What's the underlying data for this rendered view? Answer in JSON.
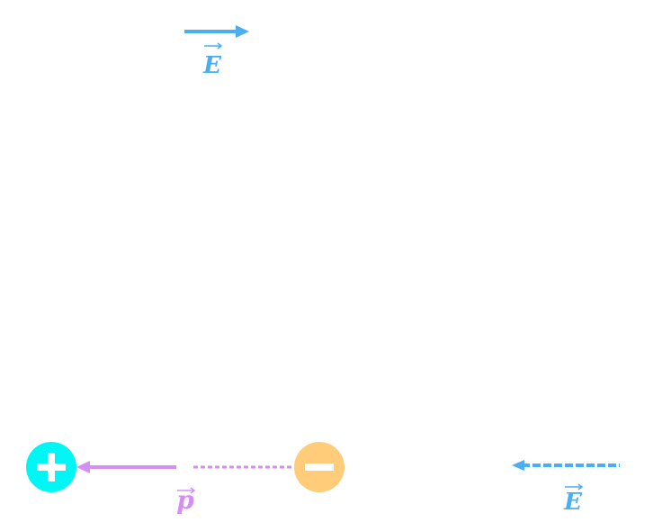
{
  "colors": {
    "field": "#4AAEF0",
    "dipole": "#D48FF5",
    "positive_charge": "#00F5F5",
    "negative_charge": "#FFCC7A",
    "charge_sign": "#ffffff"
  },
  "labels": {
    "field_top": "E",
    "field_bottom": "E",
    "dipole_moment": "p"
  },
  "charges": {
    "positive_sign": "+",
    "negative_sign": "−"
  },
  "icons": [
    "arrow-right-icon",
    "arrow-left-icon",
    "plus-icon",
    "minus-icon",
    "vector-arrow-icon"
  ]
}
